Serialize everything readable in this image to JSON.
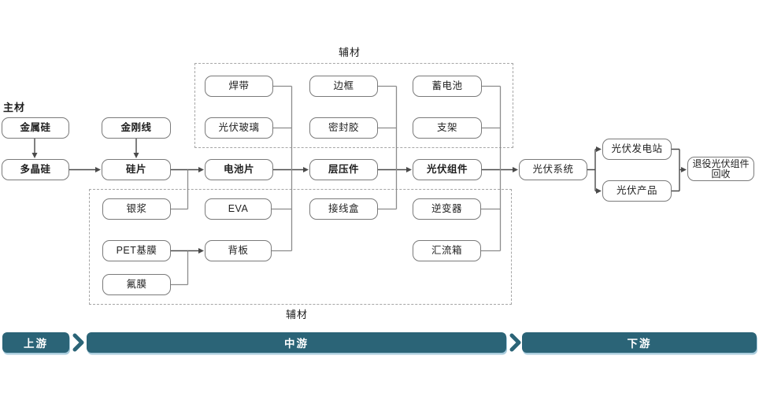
{
  "diagram": {
    "title_labels": {
      "main_material": "主材",
      "aux_top": "辅材",
      "aux_bottom": "辅材"
    },
    "nodes": {
      "metal_silicon": "金属硅",
      "diamond_wire": "金刚线",
      "polysilicon": "多晶硅",
      "silicon_wafer": "硅片",
      "solar_cell": "电池片",
      "laminate": "层压件",
      "pv_module": "光伏组件",
      "pv_system": "光伏系统",
      "pv_power_station": "光伏发电站",
      "pv_products": "光伏产品",
      "retired_pv_module_recycling": "退役光伏组件回收",
      "solder_ribbon": "焊带",
      "pv_glass": "光伏玻璃",
      "frame": "边框",
      "sealant": "密封胶",
      "storage_battery": "蓄电池",
      "bracket": "支架",
      "silver_paste": "银浆",
      "eva": "EVA",
      "junction_box": "接线盒",
      "inverter": "逆变器",
      "pet_base_film": "PET基膜",
      "backsheet": "背板",
      "combiner_box": "汇流箱",
      "fluorine_film": "氟膜"
    },
    "edges": [
      {
        "from": "metal_silicon",
        "to": "polysilicon"
      },
      {
        "from": "diamond_wire",
        "to": "silicon_wafer"
      },
      {
        "from": "polysilicon",
        "to": "silicon_wafer"
      },
      {
        "from": "silicon_wafer",
        "to": "solar_cell"
      },
      {
        "from": "silver_paste",
        "to": "solar_cell"
      },
      {
        "from": "solar_cell",
        "to": "laminate"
      },
      {
        "from": "solder_ribbon",
        "to": "laminate"
      },
      {
        "from": "pv_glass",
        "to": "laminate"
      },
      {
        "from": "eva",
        "to": "laminate"
      },
      {
        "from": "backsheet",
        "to": "laminate"
      },
      {
        "from": "pet_base_film",
        "to": "backsheet"
      },
      {
        "from": "fluorine_film",
        "to": "backsheet"
      },
      {
        "from": "laminate",
        "to": "pv_module"
      },
      {
        "from": "frame",
        "to": "pv_module"
      },
      {
        "from": "sealant",
        "to": "pv_module"
      },
      {
        "from": "junction_box",
        "to": "pv_module"
      },
      {
        "from": "pv_module",
        "to": "pv_system"
      },
      {
        "from": "storage_battery",
        "to": "pv_system"
      },
      {
        "from": "bracket",
        "to": "pv_system"
      },
      {
        "from": "inverter",
        "to": "pv_system"
      },
      {
        "from": "combiner_box",
        "to": "pv_system"
      },
      {
        "from": "pv_system",
        "to": "pv_power_station"
      },
      {
        "from": "pv_system",
        "to": "pv_products"
      },
      {
        "from": "pv_power_station",
        "to": "retired_pv_module_recycling"
      },
      {
        "from": "pv_products",
        "to": "retired_pv_module_recycling"
      }
    ]
  },
  "footer": {
    "stages": [
      {
        "label": "上游"
      },
      {
        "label": "中游"
      },
      {
        "label": "下游"
      }
    ],
    "separator_icon": "chevron-right"
  },
  "colors": {
    "accent_teal": "#2B6477",
    "bar_edge": "#A9CCDD",
    "box_border": "#7A7A7A",
    "main_line": "#4A4A4A",
    "aux_line": "#8C8C8C",
    "dash": "#A6A6A6"
  }
}
